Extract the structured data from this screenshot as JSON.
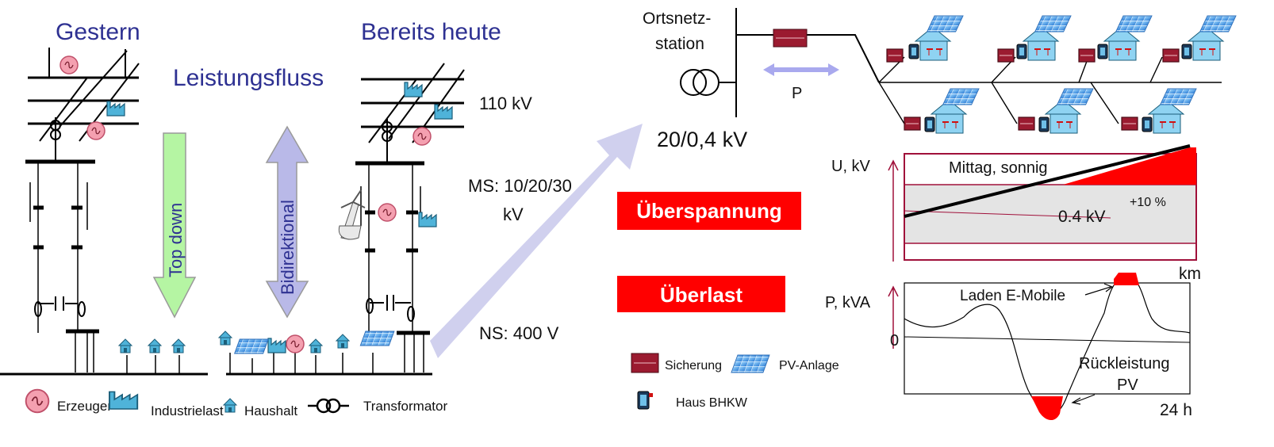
{
  "left": {
    "title_yesterday": "Gestern",
    "title_today": "Bereits heute",
    "powerflow_label": "Leistungsfluss",
    "arrow_topdown": "Top down",
    "arrow_bidir": "Bidirektional",
    "voltage_110": "110 kV",
    "voltage_ms_line1": "MS: 10/20/30",
    "voltage_ms_line2": "kV",
    "voltage_ns": "NS: 400 V",
    "legend": {
      "generator": "Erzeuger",
      "industrial": "Industrielast",
      "household": "Haushalt",
      "transformer": "Transformator"
    }
  },
  "right": {
    "station_line1": "Ortsnetz-",
    "station_line2": "station",
    "transformer_rating": "20/0,4 kV",
    "power_label": "P",
    "badge_overvoltage": "Überspannung",
    "badge_overload": "Überlast",
    "legend": {
      "fuse": "Sicherung",
      "pv": "PV-Anlage",
      "chp": "Haus BHKW"
    },
    "voltage_chart": {
      "ylabel": "U, kV",
      "xlabel": "km",
      "noon_label": "Mittag, sonnig",
      "nominal_label": "0.4 kV",
      "tolerance_label": "+10 %"
    },
    "power_chart": {
      "ylabel": "P, kVA",
      "xlabel": "24 h",
      "zero_label": "0",
      "ev_label": "Laden E-Mobile",
      "pv_line1": "Rückleistung",
      "pv_line2": "PV"
    }
  },
  "colors": {
    "title_blue": "#2e3192",
    "overload_red": "#ff0000",
    "fuse_red": "#9b1b30",
    "house_blue": "#4fb3d9",
    "arrow_green": "#b5f5a3",
    "arrow_lilac": "#b9b9e8",
    "big_arrow": "#d0d0ee"
  }
}
